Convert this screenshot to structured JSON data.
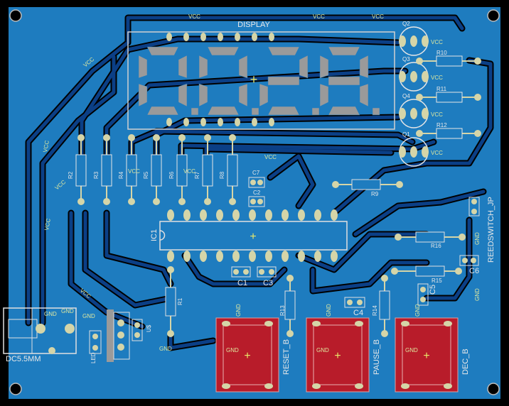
{
  "board": {
    "display_label": "DISPLAY",
    "digits": [
      "0",
      "0",
      "2",
      "8"
    ],
    "colors": {
      "background": "#000000",
      "pour": "#1e7cbf",
      "trace": "#0b3f86",
      "pad": "#d5d5a8",
      "silk": "#e6e6e6",
      "net": "#e8e86a",
      "button": "#b81c2a"
    }
  },
  "nets": {
    "vcc": "VCC",
    "gnd": "GND"
  },
  "transistors": [
    "Q2",
    "Q3",
    "Q4",
    "Q1"
  ],
  "top_resistors": [
    "R10",
    "R11",
    "R12"
  ],
  "seg_resistors": [
    "R2",
    "R3",
    "R4",
    "R5",
    "R6",
    "R7",
    "R8"
  ],
  "parts": {
    "ic": "IC1",
    "r9": "R9",
    "r1": "R1",
    "r13": "R13",
    "r14": "R14",
    "r15": "R15",
    "r16": "R16",
    "c1": "C1",
    "c2": "C2",
    "c3": "C3",
    "c4": "C4",
    "c5": "C5",
    "c6": "C6",
    "c7": "C7",
    "led": "LED",
    "reg": "U$",
    "power": "DC5.5MM",
    "reed": "REEDSWITCH_JP"
  },
  "buttons": [
    "RESET_B",
    "PAUSE_B",
    "DEC_B"
  ]
}
